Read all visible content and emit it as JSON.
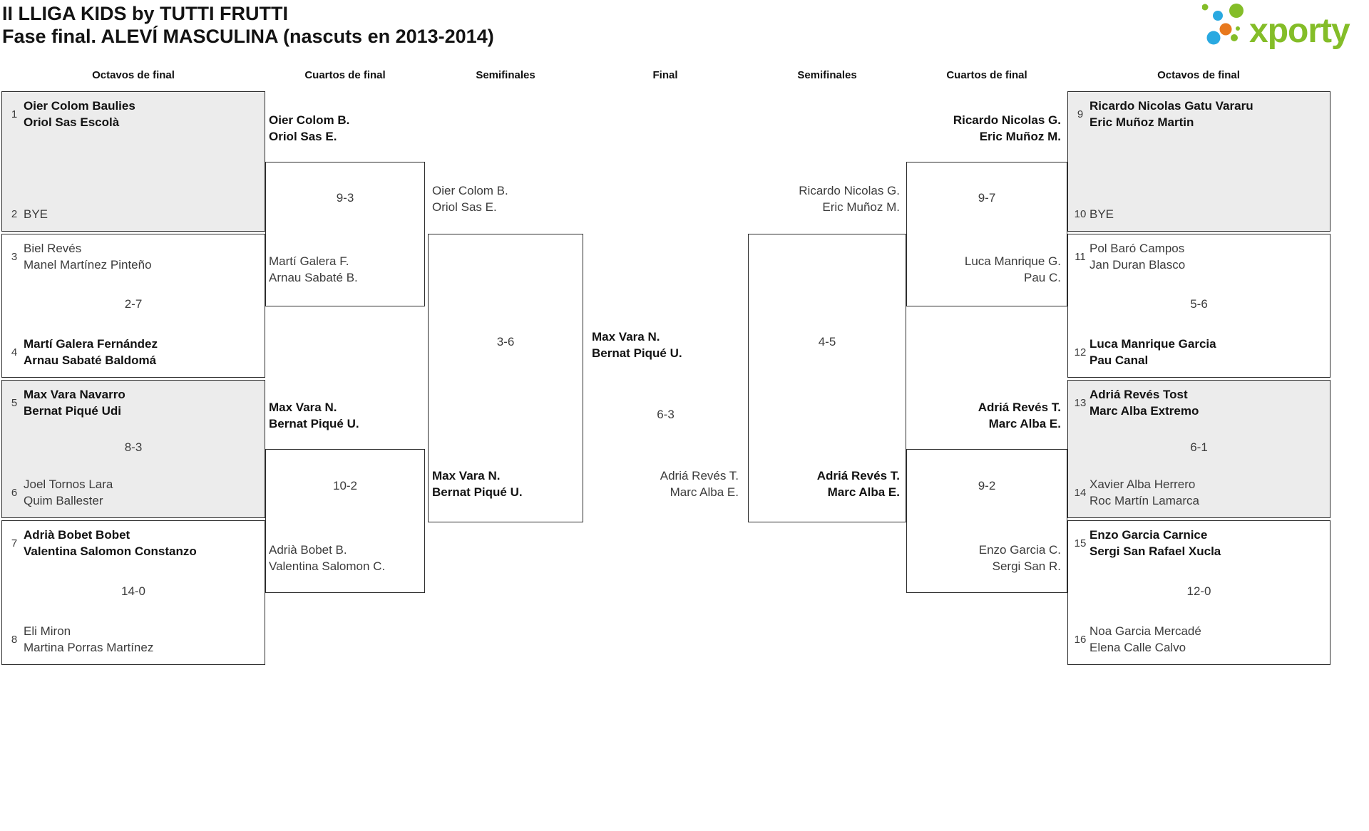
{
  "titles": {
    "line1": "II LLIGA KIDS by TUTTI FRUTTI",
    "line2": "Fase final. ALEVÍ MASCULINA (nascuts en 2013-2014)"
  },
  "logo": {
    "text": "xporty"
  },
  "colors": {
    "logo_green": "#84bd28",
    "dot_blue": "#29a9e1",
    "dot_orange": "#e8791e",
    "shaded_box": "#ececec",
    "box_border": "#2d2d2d"
  },
  "round_headers": [
    "Octavos de final",
    "Cuartos de final",
    "Semifinales",
    "Final",
    "Semifinales",
    "Cuartos de final",
    "Octavos de final"
  ],
  "octavos_left": [
    {
      "seed_a": "1",
      "a1": "Oier Colom Baulies",
      "a2": "Oriol Sas Escolà",
      "score": "",
      "winner": "a",
      "seed_b": "2",
      "b1": "BYE",
      "b2": ""
    },
    {
      "seed_a": "3",
      "a1": "Biel Revés",
      "a2": "Manel Martínez Pinteño",
      "score": "2-7",
      "winner": "b",
      "seed_b": "4",
      "b1": "Martí Galera Fernández",
      "b2": "Arnau Sabaté Baldomá"
    },
    {
      "seed_a": "5",
      "a1": "Max Vara Navarro",
      "a2": "Bernat Piqué Udi",
      "score": "8-3",
      "winner": "a",
      "seed_b": "6",
      "b1": "Joel Tornos Lara",
      "b2": "Quim Ballester"
    },
    {
      "seed_a": "7",
      "a1": "Adrià Bobet Bobet",
      "a2": "Valentina Salomon Constanzo",
      "score": "14-0",
      "winner": "a",
      "seed_b": "8",
      "b1": "Eli Miron",
      "b2": "Martina Porras Martínez"
    }
  ],
  "octavos_right": [
    {
      "seed_a": "9",
      "a1": "Ricardo Nicolas Gatu Vararu",
      "a2": "Eric Muñoz Martin",
      "score": "",
      "winner": "a",
      "seed_b": "10",
      "b1": "BYE",
      "b2": ""
    },
    {
      "seed_a": "11",
      "a1": "Pol Baró Campos",
      "a2": "Jan Duran Blasco",
      "score": "5-6",
      "winner": "b",
      "seed_b": "12",
      "b1": "Luca Manrique Garcia",
      "b2": "Pau Canal"
    },
    {
      "seed_a": "13",
      "a1": "Adriá Revés Tost",
      "a2": "Marc Alba Extremo",
      "score": "6-1",
      "winner": "a",
      "seed_b": "14",
      "b1": "Xavier Alba Herrero",
      "b2": "Roc Martín Lamarca"
    },
    {
      "seed_a": "15",
      "a1": "Enzo Garcia Carnice",
      "a2": "Sergi San Rafael Xucla",
      "score": "12-0",
      "winner": "a",
      "seed_b": "16",
      "b1": "Noa Garcia Mercadé",
      "b2": "Elena Calle Calvo"
    }
  ],
  "cuartos_left": [
    {
      "a1": "Oier Colom B.",
      "a2": "Oriol Sas E.",
      "score": "9-3",
      "winner": "a",
      "b1": "Martí Galera F.",
      "b2": "Arnau Sabaté B."
    },
    {
      "a1": "Max Vara N.",
      "a2": "Bernat Piqué U.",
      "score": "10-2",
      "winner": "a",
      "b1": "Adrià Bobet B.",
      "b2": "Valentina Salomon C."
    }
  ],
  "cuartos_right": [
    {
      "a1": "Ricardo Nicolas G.",
      "a2": "Eric Muñoz M.",
      "score": "9-7",
      "winner": "a",
      "b1": "Luca Manrique G.",
      "b2": "Pau C."
    },
    {
      "a1": "Adriá Revés T.",
      "a2": "Marc Alba E.",
      "score": "9-2",
      "winner": "a",
      "b1": "Enzo Garcia C.",
      "b2": "Sergi San R."
    }
  ],
  "semifinal_left": {
    "a1": "Oier Colom B.",
    "a2": "Oriol Sas E.",
    "score": "3-6",
    "winner": "b",
    "b1": "Max Vara N.",
    "b2": "Bernat Piqué U."
  },
  "semifinal_right": {
    "a1": "Ricardo Nicolas G.",
    "a2": "Eric Muñoz M.",
    "score": "4-5",
    "winner": "b",
    "b1": "Adriá Revés T.",
    "b2": "Marc Alba E."
  },
  "final": {
    "a1": "Max Vara N.",
    "a2": "Bernat Piqué U.",
    "score": "6-3",
    "winner": "a",
    "b1": "Adriá Revés T.",
    "b2": "Marc Alba E."
  }
}
